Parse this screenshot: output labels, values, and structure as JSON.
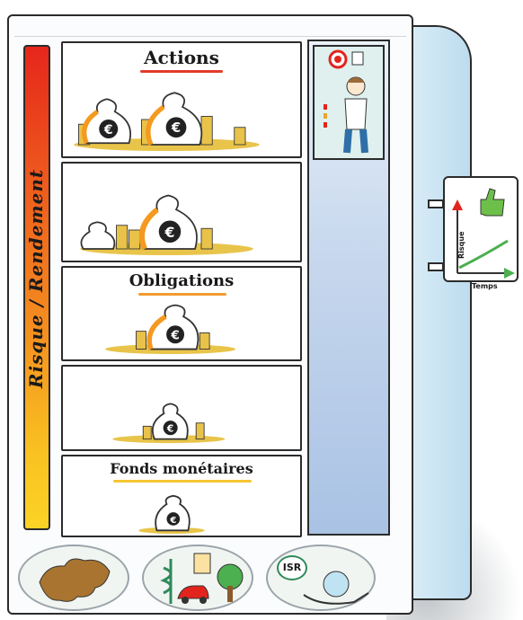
{
  "risk_axis": {
    "label": "Risque / Rendement"
  },
  "shelves": [
    {
      "title": "Actions",
      "underline_color": "#e23b2a",
      "bag_count": 2
    },
    {
      "title": "",
      "underline_color": "",
      "bag_count": 2
    },
    {
      "title": "Obligations",
      "underline_color": "#f29a2e",
      "bag_count": 1
    },
    {
      "title": "",
      "underline_color": "",
      "bag_count": 1
    },
    {
      "title": "Fonds monétaires",
      "underline_color": "#f6c531",
      "bag_count": 1
    }
  ],
  "bag_symbol": "€",
  "sign": {
    "y_label": "Risque",
    "x_label": "Temps",
    "icon": "thumbs-up-icon"
  },
  "bottom_items": [
    {
      "icon": "europe-map-icon"
    },
    {
      "icon": "health-industry-icon"
    },
    {
      "icon": "isr-hand-globe-icon",
      "label": "ISR"
    }
  ],
  "colors": {
    "risk_high": "#e6261b",
    "risk_low": "#fbd326",
    "elevator": "#a9c2e4",
    "cabinet_side": "#bcdcef"
  }
}
